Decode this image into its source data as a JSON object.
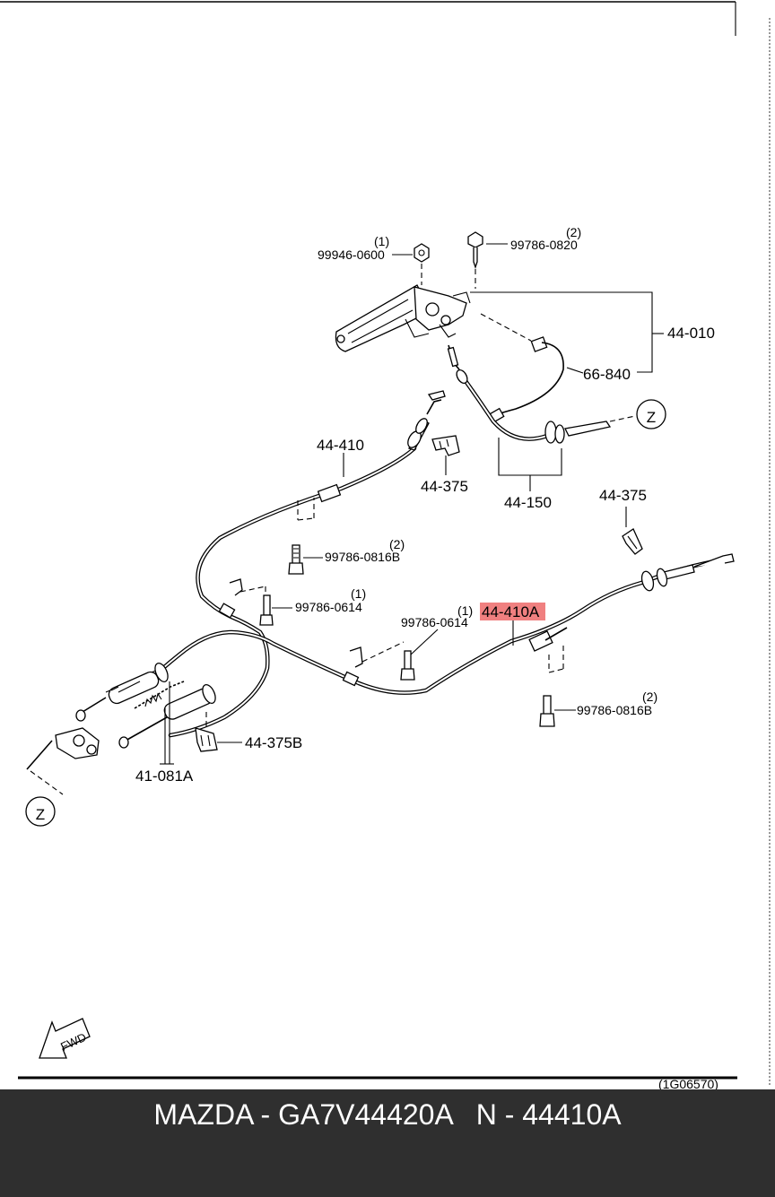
{
  "diagram": {
    "parts": {
      "lever_assembly": "44-010",
      "lever_sub": "66-840",
      "front_cable": "44-150",
      "rear_cable_right": "44-410",
      "rear_cable_left": "44-410A",
      "clip_upper": "44-375",
      "clip_right": "44-375",
      "clip_left": "44-375B",
      "equalizer": "41-081A"
    },
    "fasteners": {
      "nut_lever": {
        "code": "99946-0600",
        "qty": "(1)"
      },
      "bolt_lever": {
        "code": "99786-0820",
        "qty": "(2)"
      },
      "bolt_upper": {
        "code": "99786-0816B",
        "qty": "(2)"
      },
      "bolt_mid_left": {
        "code": "99786-0614",
        "qty": "(1)"
      },
      "bolt_mid_center": {
        "code": "99786-0614",
        "qty": "(1)"
      },
      "bolt_lower_right": {
        "code": "99786-0816B",
        "qty": "(2)"
      }
    },
    "ref_marks": {
      "z_upper": "Z",
      "z_lower": "Z"
    },
    "direction_label": "FWD",
    "highlight_color": "#f08080",
    "corner_code": "(1G06570)"
  },
  "footer": {
    "caption": "MAZDA - GA7V44420A   N - 44410A",
    "background": "#2f2f2f"
  }
}
